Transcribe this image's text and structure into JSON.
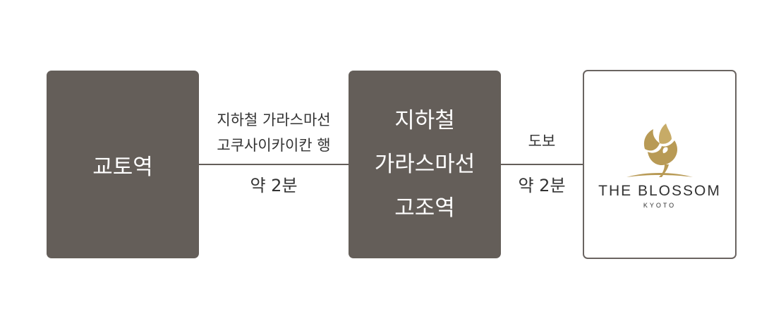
{
  "nodes": {
    "kyoto_station": "교토역",
    "gojo_station": [
      "지하철",
      "가라스마선",
      "고조역"
    ],
    "hotel": {
      "name": "THE BLOSSOM",
      "sub": "KYOTO"
    }
  },
  "edges": {
    "subway": {
      "line1": "지하철 가라스마선",
      "line2": "고쿠사이카이칸 행",
      "time": "약 2분"
    },
    "walk": {
      "label": "도보",
      "time": "약 2분"
    }
  },
  "colors": {
    "box": "#645e59",
    "logo_gold": "#b89a55",
    "text": "#333333"
  }
}
